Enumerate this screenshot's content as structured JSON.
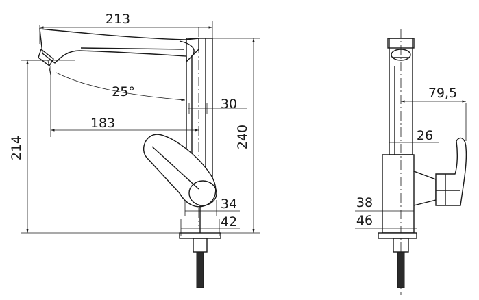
{
  "front_view": {
    "dim_width_total": "213",
    "dim_angle": "25°",
    "dim_pipe": "30",
    "dim_reach": "183",
    "dim_height_left": "214",
    "dim_height_right": "240",
    "dim_base_inner": "34",
    "dim_base_outer": "42"
  },
  "side_view": {
    "dim_offset": "79,5",
    "dim_pipe": "26",
    "dim_base_inner": "38",
    "dim_base_outer": "46"
  }
}
